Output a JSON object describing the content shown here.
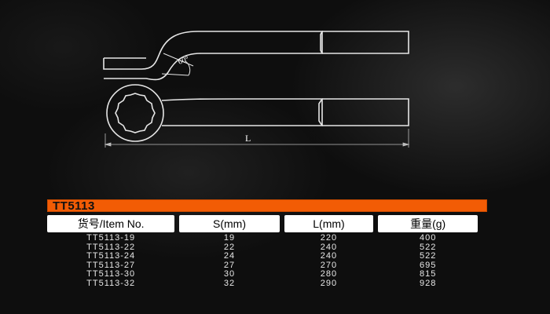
{
  "drawing": {
    "angle_label": "60°",
    "length_label": "L"
  },
  "product": {
    "code": "TT5113"
  },
  "table": {
    "headers": [
      "货号/Item No.",
      "S(mm)",
      "L(mm)",
      "重量(g)"
    ],
    "rows": [
      [
        "TT5113-19",
        "19",
        "220",
        "400"
      ],
      [
        "TT5113-22",
        "22",
        "240",
        "522"
      ],
      [
        "TT5113-24",
        "24",
        "240",
        "522"
      ],
      [
        "TT5113-27",
        "27",
        "270",
        "695"
      ],
      [
        "TT5113-30",
        "30",
        "280",
        "815"
      ],
      [
        "TT5113-32",
        "32",
        "290",
        "928"
      ]
    ]
  },
  "colors": {
    "accent": "#f25c05",
    "background": "#0e0e0e",
    "header_cell": "#ffffff"
  }
}
